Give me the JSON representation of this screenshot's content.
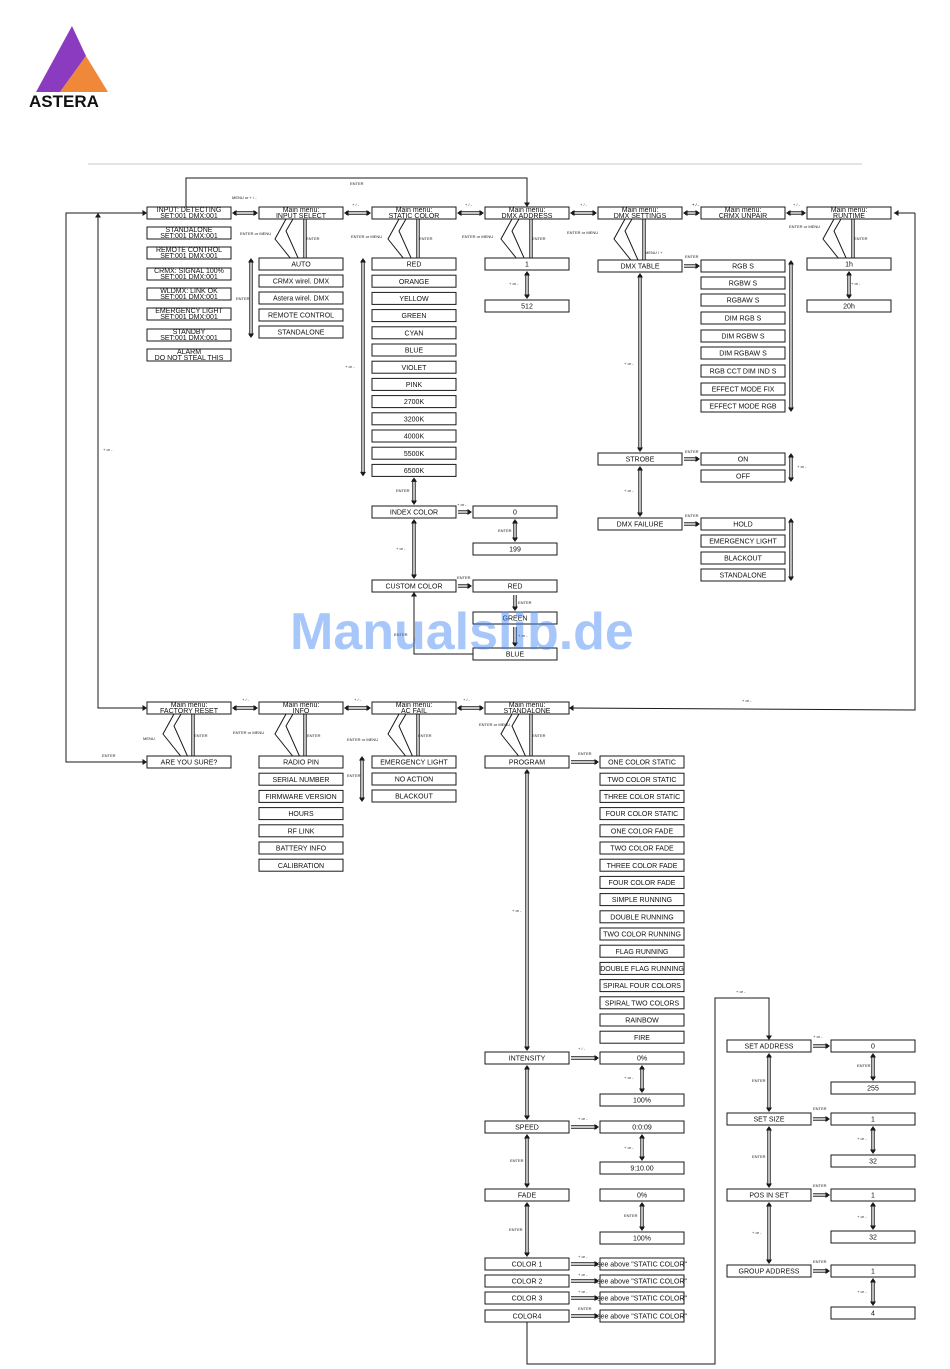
{
  "brand": {
    "name": "ASTERA",
    "colors": {
      "purple": "#8b3bbf",
      "orange": "#f0883a"
    }
  },
  "watermark": "Manualslib.de",
  "boxes": {
    "in0": [
      "INPUT: DETECTING",
      "SET:001  DMX:001"
    ],
    "in1": [
      "STANDALONE",
      "SET:001  DMX:001"
    ],
    "in2": [
      "REMOTE CONTROL",
      "SET:001  DMX:001"
    ],
    "in3": [
      "CRMX: SIGNAL 100%",
      "SET:001  DMX:001"
    ],
    "in4": [
      "WLDMX: LINK OK",
      "SET:001  DMX:001"
    ],
    "in5": [
      "EMERGENCY LIGHT",
      "SET:001  DMX:001"
    ],
    "in6": [
      "STANDBY",
      "SET:001  DMX:001"
    ],
    "in7": [
      "ALARM",
      "DO NOT STEAL THIS"
    ],
    "mIS": [
      "Main menu:",
      "INPUT SELECT"
    ],
    "is0": [
      "AUTO"
    ],
    "is1": [
      "CRMX wirel. DMX"
    ],
    "is2": [
      "Astera wirel. DMX"
    ],
    "is3": [
      "REMOTE CONTROL"
    ],
    "is4": [
      "STANDALONE"
    ],
    "mSC": [
      "Main menu:",
      "STATIC COLOR"
    ],
    "sc0": [
      "RED"
    ],
    "sc1": [
      "ORANGE"
    ],
    "sc2": [
      "YELLOW"
    ],
    "sc3": [
      "GREEN"
    ],
    "sc4": [
      "CYAN"
    ],
    "sc5": [
      "BLUE"
    ],
    "sc6": [
      "VIOLET"
    ],
    "sc7": [
      "PINK"
    ],
    "sc8": [
      "2700K"
    ],
    "sc9": [
      "3200K"
    ],
    "sc10": [
      "4000K"
    ],
    "sc11": [
      "5500K"
    ],
    "sc12": [
      "6500K"
    ],
    "ic": [
      "INDEX COLOR"
    ],
    "ic0": [
      "0"
    ],
    "ic1": [
      "199"
    ],
    "cc": [
      "CUSTOM COLOR"
    ],
    "cc0": [
      "RED"
    ],
    "cc1": [
      "GREEN"
    ],
    "cc2": [
      "BLUE"
    ],
    "mDA": [
      "Main menu:",
      "DMX ADDRESS"
    ],
    "da0": [
      "1"
    ],
    "da1": [
      "512"
    ],
    "mDS": [
      "Main menu:",
      "DMX SETTINGS"
    ],
    "dt": [
      "DMX TABLE"
    ],
    "dt0": [
      "RGB S"
    ],
    "dt1": [
      "RGBW S"
    ],
    "dt2": [
      "RGBAW S"
    ],
    "dt3": [
      "DIM RGB S"
    ],
    "dt4": [
      "DIM RGBW S"
    ],
    "dt5": [
      "DIM RGBAW S"
    ],
    "dt6": [
      "RGB CCT DIM IND S"
    ],
    "dt7": [
      "EFFECT MODE FIX"
    ],
    "dt8": [
      "EFFECT MODE RGB"
    ],
    "st": [
      "STROBE"
    ],
    "st0": [
      "ON"
    ],
    "st1": [
      "OFF"
    ],
    "df": [
      "DMX FAILURE"
    ],
    "df0": [
      "HOLD"
    ],
    "df1": [
      "EMERGENCY LIGHT"
    ],
    "df2": [
      "BLACKOUT"
    ],
    "df3": [
      "STANDALONE"
    ],
    "mCU": [
      "Main menu:",
      "CRMX UNPAIR"
    ],
    "mRT": [
      "Main menu:",
      "RUNTIME"
    ],
    "rt0": [
      "1h"
    ],
    "rt1": [
      "20h"
    ],
    "mFR": [
      "Main menu:",
      "FACTORY RESET"
    ],
    "fr0": [
      "ARE YOU SURE?"
    ],
    "mIN": [
      "Main menu:",
      "INFO"
    ],
    "inf0": [
      "RADIO PIN"
    ],
    "inf1": [
      "SERIAL NUMBER"
    ],
    "inf2": [
      "FIRMWARE VERSION"
    ],
    "inf3": [
      "HOURS"
    ],
    "inf4": [
      "RF LINK"
    ],
    "inf5": [
      "BATTERY INFO"
    ],
    "inf6": [
      "CALIBRATION"
    ],
    "mAC": [
      "Main menu:",
      "AC FAIL"
    ],
    "ac0": [
      "EMERGENCY LIGHT"
    ],
    "ac1": [
      "NO ACTION"
    ],
    "ac2": [
      "BLACKOUT"
    ],
    "mSA": [
      "Main menu:",
      "STANDALONE"
    ],
    "pg": [
      "PROGRAM"
    ],
    "pg0": [
      "ONE COLOR STATIC"
    ],
    "pg1": [
      "TWO COLOR STATIC"
    ],
    "pg2": [
      "THREE COLOR STATIC"
    ],
    "pg3": [
      "FOUR COLOR STATIC"
    ],
    "pg4": [
      "ONE COLOR FADE"
    ],
    "pg5": [
      "TWO COLOR FADE"
    ],
    "pg6": [
      "THREE COLOR FADE"
    ],
    "pg7": [
      "FOUR COLOR FADE"
    ],
    "pg8": [
      "SIMPLE RUNNING"
    ],
    "pg9": [
      "DOUBLE RUNNING"
    ],
    "pg10": [
      "TWO COLOR RUNNING"
    ],
    "pg11": [
      "FLAG RUNNING"
    ],
    "pg12": [
      "DOUBLE FLAG RUNNING"
    ],
    "pg13": [
      "SPIRAL FOUR COLORS"
    ],
    "pg14": [
      "SPIRAL TWO COLORS"
    ],
    "pg15": [
      "RAINBOW"
    ],
    "pg16": [
      "FIRE"
    ],
    "it": [
      "INTENSITY"
    ],
    "it0": [
      "0%"
    ],
    "it1": [
      "100%"
    ],
    "sp": [
      "SPEED"
    ],
    "sp0": [
      "0:0:09"
    ],
    "sp1": [
      "9:10.00"
    ],
    "fd": [
      "FADE"
    ],
    "fd0": [
      "0%"
    ],
    "fd1": [
      "100%"
    ],
    "c1": [
      "COLOR 1"
    ],
    "c2": [
      "COLOR 2"
    ],
    "c3": [
      "COLOR 3"
    ],
    "c4": [
      "COLOR4"
    ],
    "c1v": [
      "see above \"STATIC COLOR\""
    ],
    "c2v": [
      "see above \"STATIC COLOR\""
    ],
    "c3v": [
      "see above \"STATIC COLOR\""
    ],
    "c4v": [
      "see above \"STATIC COLOR\""
    ],
    "sa": [
      "SET ADDRESS"
    ],
    "sa0": [
      "0"
    ],
    "sa1": [
      "255"
    ],
    "ss": [
      "SET SIZE"
    ],
    "ss0": [
      "1"
    ],
    "ss1": [
      "32"
    ],
    "ps": [
      "POS IN SET"
    ],
    "ps0": [
      "1"
    ],
    "ps1": [
      "32"
    ],
    "ga": [
      "GROUP ADDRESS"
    ],
    "ga0": [
      "1"
    ],
    "ga1": [
      "4"
    ]
  },
  "labels": [
    "ENTER",
    "MENU or + / -",
    "+ / -",
    "ENTER or MENU",
    "ENTER",
    "+ / -",
    "ENTER or MENU",
    "ENTER",
    "+ / -",
    "ENTER or MENU",
    "ENTER",
    "+ / -",
    "ENTER or MENU",
    "MENU / +",
    "ENTER",
    "+ / -",
    "+ / -",
    "ENTER or MENU",
    "ENTER",
    "+ or -",
    "+ or -",
    "ENTER",
    "+ or -",
    "+ or -",
    "ENTER",
    "+ or -",
    "ENTER",
    "+ or -",
    "+ or -",
    "ENTER",
    "ENTER",
    "ENTER",
    "ENTER",
    "ENTER",
    "+ or -",
    "+ or -",
    "+ or -",
    "ENTER",
    "+ or -",
    "+ / -",
    "+ / -",
    "MENU",
    "ENTER",
    "ENTER",
    "+ / -",
    "ENTER or MENU",
    "ENTER",
    "+ / -",
    "ENTER or MENU",
    "ENTER",
    "ENTER or MENU",
    "ENTER",
    "ENTER",
    "+ or -",
    "+ or -",
    "ENTER",
    "+ or -",
    "+ or -",
    "ENTER",
    "ENTER",
    "+ or -",
    "+ or -",
    "ENTER",
    "+ or -",
    "+ or -",
    "ENTER",
    "ENTER",
    "ENTER",
    "ENTER",
    "+ or -",
    "ENTER",
    "+ or -",
    "+ or -",
    "ENTER",
    "+ or -",
    "+ or -",
    "ENTER",
    "+ or -",
    "+ or -",
    "ENTER",
    "+ or -",
    "ENTER",
    "+ / -",
    "+ or -"
  ]
}
